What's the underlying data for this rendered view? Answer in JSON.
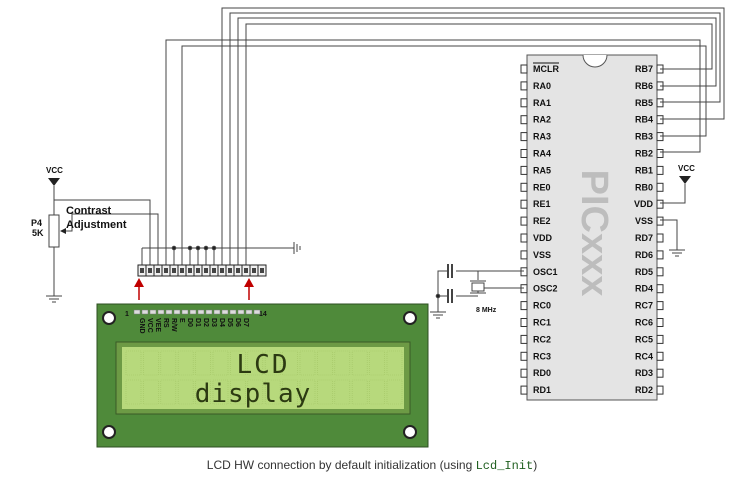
{
  "mcu": {
    "name": "PICxxx",
    "left_pins": [
      "MCLR",
      "RA0",
      "RA1",
      "RA2",
      "RA3",
      "RA4",
      "RA5",
      "RE0",
      "RE1",
      "RE2",
      "VDD",
      "VSS",
      "OSC1",
      "OSC2",
      "RC0",
      "RC1",
      "RC2",
      "RC3",
      "RD0",
      "RD1"
    ],
    "right_pins": [
      "RB7",
      "RB6",
      "RB5",
      "RB4",
      "RB3",
      "RB2",
      "RB1",
      "RB0",
      "VDD",
      "VSS",
      "RD7",
      "RD6",
      "RD5",
      "RD4",
      "RC7",
      "RC6",
      "RC5",
      "RC4",
      "RD3",
      "RD2"
    ]
  },
  "vcc_label": "VCC",
  "vcc_label_right": "VCC",
  "pot": {
    "name": "P4",
    "value": "5K"
  },
  "contrast": {
    "line1": "Contrast",
    "line2": "Adjustment"
  },
  "crystal": {
    "freq": "8 MHz"
  },
  "lcd": {
    "pin_first": "1",
    "pin_last": "14",
    "pin_labels": [
      "GND",
      "VCC",
      "VEE",
      "RS",
      "R/W",
      "E",
      "D0",
      "D1",
      "D2",
      "D3",
      "D4",
      "D5",
      "D6",
      "D7"
    ],
    "line1": "LCD",
    "line2": "display",
    "bg_color": "#b7d97c"
  },
  "caption": {
    "text": "LCD HW connection by default initialization (using ",
    "code": "Lcd_Init",
    "close": ")"
  }
}
